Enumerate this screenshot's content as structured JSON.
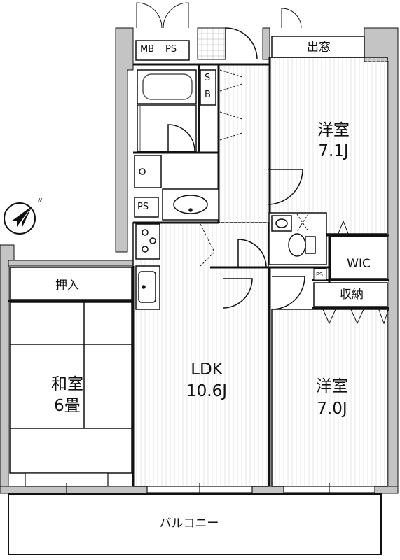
{
  "rooms": {
    "western1": {
      "name": "洋室",
      "size": "7.1J"
    },
    "western2": {
      "name": "洋室",
      "size": "7.0J"
    },
    "washitsu": {
      "name": "和室",
      "size": "6畳"
    },
    "ldk": {
      "name": "LDK",
      "size": "10.6J"
    }
  },
  "labels": {
    "bay_window": "出窓",
    "mb": "MB",
    "ps_top": "PS",
    "sb_s": "S",
    "sb_b": "B",
    "ps_wash": "PS",
    "ps_small": "PS",
    "wic": "WIC",
    "storage": "収納",
    "oshiire": "押入",
    "balcony": "バルコニー",
    "compass": "N"
  },
  "colors": {
    "wall": "#c4c4c4",
    "line": "#111111",
    "floor_stripe": "#e9e9e9",
    "fixture": "#666666"
  }
}
